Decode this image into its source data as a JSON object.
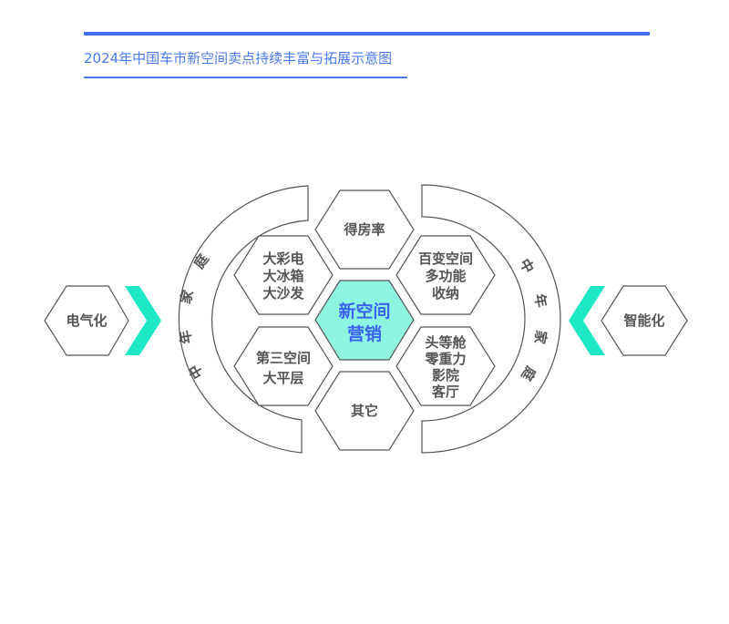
{
  "header": {
    "title": "2024年中国车市新空间卖点持续丰富与拓展示意图",
    "accent_color": "#3f6ff2"
  },
  "diagram": {
    "center": {
      "lines": [
        "新空间",
        "营销"
      ],
      "fill": "#8ef5e0",
      "text_color": "#3b62ee"
    },
    "hexagons": {
      "top": {
        "lines": [
          "得房率"
        ]
      },
      "upper_left": {
        "lines": [
          "大彩电",
          "大冰箱",
          "大沙发"
        ]
      },
      "lower_left": {
        "lines": [
          "第三空间",
          "大平层"
        ]
      },
      "upper_right": {
        "lines": [
          "百变空间",
          "多功能",
          "收纳"
        ]
      },
      "lower_right": {
        "lines": [
          "头等舱",
          "零重力",
          "影院",
          "客厅"
        ]
      },
      "bottom": {
        "lines": [
          "其它"
        ]
      }
    },
    "left_arc": {
      "chars": [
        "中",
        "年",
        "家",
        "庭"
      ]
    },
    "right_arc": {
      "chars": [
        "中",
        "年",
        "家",
        "庭"
      ]
    },
    "left_driver": {
      "label": "电气化"
    },
    "right_driver": {
      "label": "智能化"
    },
    "chevron_color": "#1de9c6"
  }
}
